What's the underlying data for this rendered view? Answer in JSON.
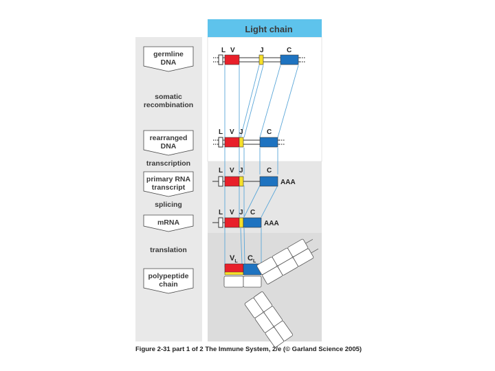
{
  "panel": {
    "title": "Light chain"
  },
  "stages": [
    {
      "label": [
        "germline",
        "DNA"
      ],
      "boxed": true
    },
    {
      "label": [
        "somatic",
        "recombination"
      ],
      "boxed": false
    },
    {
      "label": [
        "rearranged",
        "DNA"
      ],
      "boxed": true
    },
    {
      "label": [
        "transcription"
      ],
      "boxed": false
    },
    {
      "label": [
        "primary RNA",
        "transcript"
      ],
      "boxed": true
    },
    {
      "label": [
        "splicing"
      ],
      "boxed": false
    },
    {
      "label": [
        "mRNA"
      ],
      "boxed": true
    },
    {
      "label": [
        "translation"
      ],
      "boxed": false
    },
    {
      "label": [
        "polypeptide",
        "chain"
      ],
      "boxed": true
    }
  ],
  "segments": {
    "L": "L",
    "V": "V",
    "J": "J",
    "C": "C",
    "polyA": "AAA",
    "VL_main": "V",
    "VL_sub": "L",
    "CL_main": "C",
    "CL_sub": "L"
  },
  "colors": {
    "V": "#e8202a",
    "J": "#f7e02a",
    "C": "#1e73c0",
    "header": "#5ec3ec",
    "upper_bg": "#ffffff",
    "lower_bg": "#e6e6e6"
  },
  "caption": "Figure 2-31 part 1 of 2  The Immune System, 2/e (© Garland Science 2005)"
}
